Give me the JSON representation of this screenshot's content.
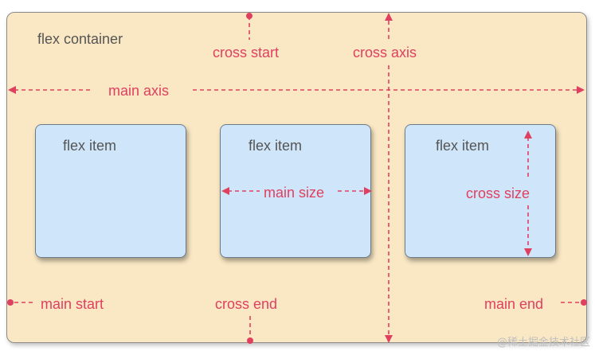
{
  "container": {
    "label": "flex container"
  },
  "items": [
    {
      "label": "flex item"
    },
    {
      "label": "flex item"
    },
    {
      "label": "flex item"
    }
  ],
  "labels": {
    "cross_start": "cross start",
    "cross_axis": "cross axis",
    "main_axis": "main axis",
    "main_size": "main size",
    "cross_size": "cross size",
    "main_start": "main start",
    "cross_end": "cross end",
    "main_end": "main end"
  },
  "watermark": "@稀土掘金技术社区",
  "colors": {
    "accent": "#e0405f",
    "container_bg": "#fae8c4",
    "item_bg": "#cfe6fa",
    "text": "#555555"
  }
}
